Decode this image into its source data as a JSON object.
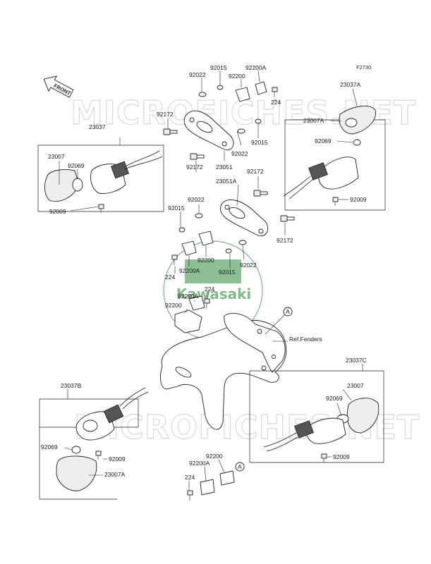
{
  "diagram": {
    "figure_code": "F2730",
    "front_label": "FRONT",
    "ref_label": "Ref.Fenders",
    "callout_letter": "A",
    "watermark_text": "MICROFICHES.NET",
    "logo_text": "Kawasaki",
    "colors": {
      "line": "#1f1f1f",
      "watermark": "#d9d9d9",
      "logo_green": "#2e8b3a"
    }
  },
  "labels": {
    "l_92015_a": "92015",
    "l_92200a_a": "92200A",
    "l_92022_a": "92022",
    "l_92200_a": "92200",
    "l_224_a": "224",
    "l_92172_a": "92172",
    "l_23037": "23037",
    "l_92015_b": "92015",
    "l_92022_b": "92022",
    "l_23007_a": "23007",
    "l_92069_a": "92069",
    "l_92172_b": "92172",
    "l_23051": "23051",
    "l_92009_a": "92009",
    "l_23037a": "23037A",
    "l_23007a_a": "23007A",
    "l_92069_b": "92069",
    "l_92172_c": "92172",
    "l_23051a": "23051A",
    "l_92009_b": "92009",
    "l_92022_c": "92022",
    "l_92015_c": "92015",
    "l_92172_d": "92172",
    "l_92200_b": "92200",
    "l_92200a_b": "92200A",
    "l_92015_d": "92015",
    "l_92022_d": "92022",
    "l_224_b": "224",
    "l_224_c": "224",
    "l_92200a_c": "92200A",
    "l_92200_c": "92200",
    "l_23037c": "23037C",
    "l_23007_b": "23007",
    "l_92069_c": "92069",
    "l_92009_c": "92009",
    "l_23037b": "23037B",
    "l_92069_d": "92069",
    "l_92009_d": "92009",
    "l_23007a_b": "23007A",
    "l_92200_d": "92200",
    "l_92200a_d": "92200A",
    "l_224_d": "224"
  }
}
